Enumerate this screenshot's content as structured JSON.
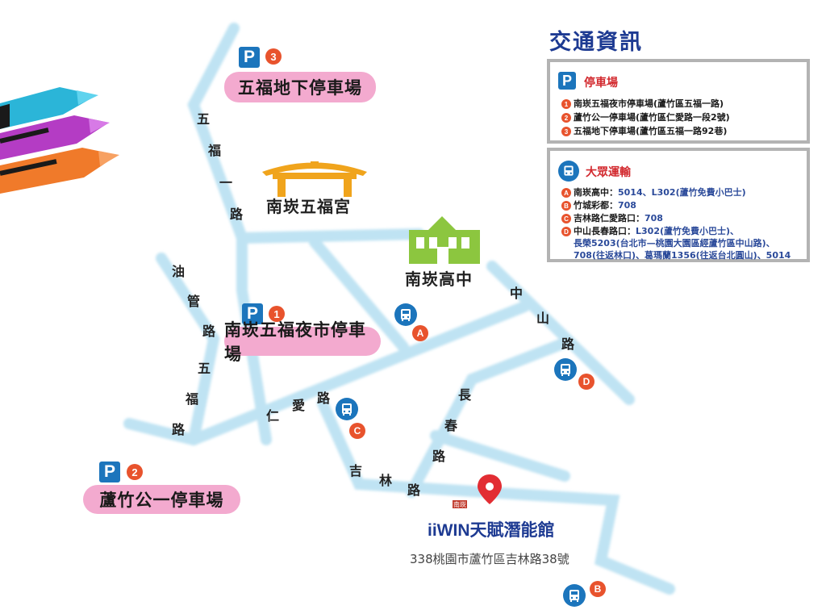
{
  "info": {
    "title": "交通資訊",
    "parking": {
      "heading": "停車場",
      "badge": "P",
      "items": [
        {
          "num": "1",
          "text": "南崁五福夜市停車場(蘆竹區五福一路)"
        },
        {
          "num": "2",
          "text": "蘆竹公一停車場(蘆竹區仁愛路一段2號)"
        },
        {
          "num": "3",
          "text": "五福地下停車場(蘆竹區五福一路92巷)"
        }
      ]
    },
    "transit": {
      "heading": "大眾運輸",
      "items": [
        {
          "letter": "A",
          "label": "南崁高中：",
          "routes": "5014、L302(蘆竹免費小巴士)"
        },
        {
          "letter": "B",
          "label": "竹城彩都：",
          "routes": "708"
        },
        {
          "letter": "C",
          "label": "吉林路仁愛路口：",
          "routes": "708"
        },
        {
          "letter": "D",
          "label": "中山長春路口：",
          "routes": "L302(蘆竹免費小巴士)、"
        }
      ],
      "continuation": [
        "長榮5203(台北市—桃園大園區經蘆竹區中山路)、",
        "708(往返林口)、葛瑪蘭1356(往返台北圓山)、5014"
      ]
    }
  },
  "parking_lots": [
    {
      "num": "3",
      "name": "五福地下停車場"
    },
    {
      "num": "1",
      "name": "南崁五福夜市停車場"
    },
    {
      "num": "2",
      "name": "蘆竹公一停車場"
    }
  ],
  "landmarks": {
    "temple": "南崁五福宮",
    "school": "南崁高中"
  },
  "bus_stops": [
    "A",
    "B",
    "C",
    "D"
  ],
  "roads": {
    "wufu_upper": [
      "五",
      "福",
      "一",
      "路"
    ],
    "youguan": [
      "油",
      "管",
      "路"
    ],
    "wufu_lower": [
      "五",
      "福",
      "路"
    ],
    "renai": [
      "仁",
      "愛",
      "路"
    ],
    "jilin": [
      "吉",
      "林",
      "路"
    ],
    "changchun": [
      "長",
      "春",
      "路"
    ],
    "zhongshan": [
      "中",
      "山",
      "路"
    ]
  },
  "venue": {
    "small_tag": "南崁",
    "name": "iiWIN天賦潛能館",
    "address": "338桃園市蘆竹區吉林路38號"
  },
  "colors": {
    "road": "#bfe3f3",
    "pill": "#f3aacf",
    "parking_badge": "#1c75bc",
    "marker_red": "#e8532d",
    "title_blue": "#1d3a92",
    "temple_orange": "#f0a41c",
    "school_green": "#8cc63f"
  },
  "icons": [
    "crayon-icon",
    "parking-icon",
    "temple-icon",
    "school-icon",
    "bus-icon",
    "location-pin-icon"
  ]
}
